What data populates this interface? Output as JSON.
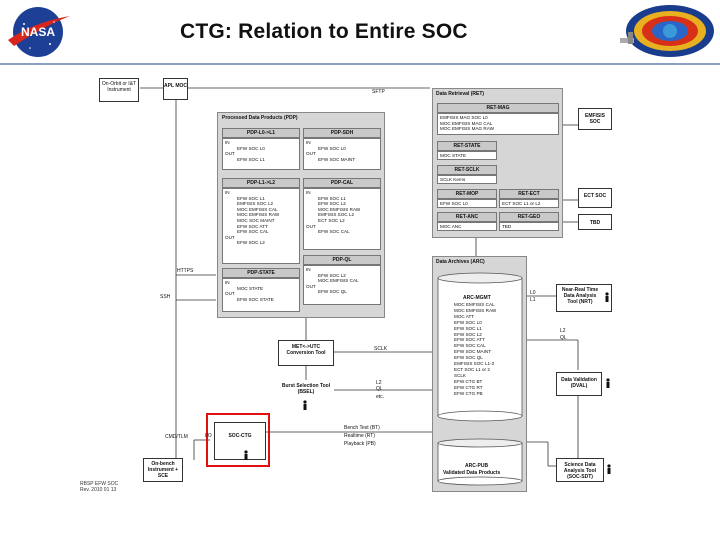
{
  "title": "CTG: Relation to Entire SOC",
  "diagram": {
    "onorbit": "On-Orbit or I&T Instrument",
    "apl_moc": "APL MOC",
    "sftp": "SFTP",
    "pdp": {
      "title": "Processed Data Products (PDP)",
      "l0l1": {
        "title": "PDP-L0->L1",
        "in": "IN",
        "in_items": [
          "EFW SOC L0"
        ],
        "out": "OUT",
        "out_items": [
          "EFW SOC L1"
        ]
      },
      "sdh": {
        "title": "PDP-SDH"
      },
      "l1l2": {
        "title": "PDP-L1->L2",
        "in": "IN",
        "in_items": [
          "EFW SOC L1",
          "EMFISIS SOC L2",
          "MOC EMFISIS CAL",
          "MOC EMFISIS RAW",
          "MOC SOC MAINT",
          "EFW SOC ATT",
          "EFW SOC CAL"
        ],
        "out": "OUT",
        "out_items": [
          "EFW SOC L2"
        ]
      },
      "sdh_in": "IN",
      "sdh_in_items": [
        "EFW SOC L0"
      ],
      "sdh_out": "OUT",
      "sdh_out_items": [
        "EFW SOC MAINT"
      ],
      "cal": {
        "title": "PDP-CAL",
        "in": "IN",
        "in_items": [
          "EFW SOC L1",
          "EFW SOC L2",
          "MOC EMFISIS RAW",
          "EMFISIS SOC L2",
          "ECT SOC L2"
        ],
        "out": "OUT",
        "out_items": [
          "EFW SOC CAL"
        ]
      },
      "state": {
        "title": "PDP-STATE",
        "in": "IN",
        "in_items": [
          "MOC STATE"
        ],
        "out": "OUT",
        "out_items": [
          "EFW SOC STATE"
        ]
      },
      "ql": {
        "title": "PDP-QL",
        "in": "IN",
        "in_items": [
          "EFW SOC L2",
          "MOC EMFISIS CAL"
        ],
        "out": "OUT",
        "out_items": [
          "EFW SOC QL"
        ]
      }
    },
    "ret": {
      "title": "Data Retrieval (RET)",
      "mag": {
        "title": "RET-MAG",
        "items": [
          "EMFISIS MAG SOC L0",
          "MOC EMFISIS MAG CAL",
          "MOC EMFISIS MAG RAW"
        ]
      },
      "state": {
        "title": "RET-STATE",
        "items": [
          "MOC STATE"
        ]
      },
      "sclk": {
        "title": "RET-SCLK",
        "items": [
          "SCLK Kerns"
        ]
      },
      "moc": {
        "title": "RET-MOP",
        "items": [
          "EFW SOC L0"
        ]
      },
      "ect": {
        "title": "RET-ECT",
        "items": [
          "ECT SOC L1 or L2"
        ]
      },
      "anc": {
        "title": "RET-ANC",
        "items": [
          "MOC ANC"
        ]
      },
      "geo": {
        "title": "RET-GEO",
        "items": [
          "TBD"
        ]
      }
    },
    "emfisis": "EMFISIS SOC",
    "ect_soc": "ECT SOC",
    "tbd": "TBD",
    "arc": {
      "title": "Data Archives (ARC)",
      "mgmt": "ARC-MGMT",
      "items": [
        "MOC EMFISIS CAL",
        "MOC EMFISIS RAW",
        "MOC ATT",
        "EFW SOC L0",
        "EFW SOC L1",
        "EFW SOC L2",
        "EFW SOC ATT",
        "EFW SOC CAL",
        "EFW SOC MAINT",
        "EFW SOC QL",
        "EMFISIS SOC L1-3",
        "ECT SOC L1 or 2",
        "SCLK",
        "EFW CTG BT",
        "EFW CTG RT",
        "EFW CTG PB"
      ],
      "pub": "ARC-PUB",
      "pub_sub": "Validated Data Products"
    },
    "nrt": "Near-Real Time Data Analysis Tool (NRT)",
    "dval": "Data Validation (DVAL)",
    "sdt": "Science Data Analysis Tool (SOC-SDT)",
    "met": "MET<->UTC Conversion Tool",
    "bsel": "Burst Selection Tool (BSEL)",
    "ctg": "SOC-CTG",
    "onbench": "On-bench Instrument + SCE",
    "labels": {
      "https": "HTTPS",
      "ssh": "SSH",
      "sclk": "SCLK",
      "cmdtlm": "CMD/TLM",
      "io": "I/O",
      "l0": "L0",
      "l1": "L1",
      "l2": "L2",
      "ql": "QL",
      "l2ql": "L2",
      "ql2": "QL",
      "etc": "etc.",
      "bench": "Bench Test (BT)",
      "realtime": "Realtime (RT)",
      "playback": "Playback (PB)"
    },
    "footer": [
      "RBSP EFW SOC",
      "Rev. 2010 01 13"
    ]
  }
}
